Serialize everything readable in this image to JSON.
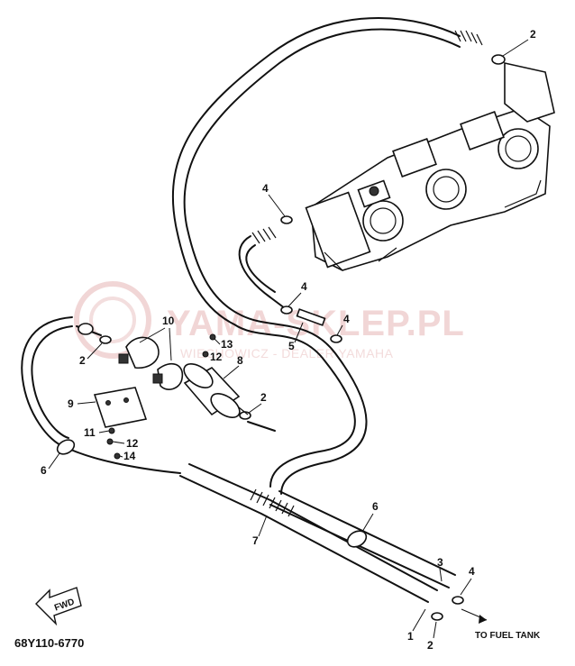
{
  "watermark": {
    "brand": "YAMA-SKLEP.PL",
    "subtitle": "WIECHOWICZ - DEALER YAMAHA"
  },
  "diagram_code": "68Y110-6770",
  "direction_label": "TO FUEL TANK",
  "fwd_label": "FWD",
  "callouts": {
    "c1": "1",
    "c2a": "2",
    "c2b": "2",
    "c2c": "2",
    "c2d": "2",
    "c3": "3",
    "c4a": "4",
    "c4b": "4",
    "c4c": "4",
    "c4d": "4",
    "c5": "5",
    "c6a": "6",
    "c6b": "6",
    "c7": "7",
    "c8": "8",
    "c9": "9",
    "c10": "10",
    "c11": "11",
    "c12a": "12",
    "c12b": "12",
    "c13": "13",
    "c14": "14"
  }
}
